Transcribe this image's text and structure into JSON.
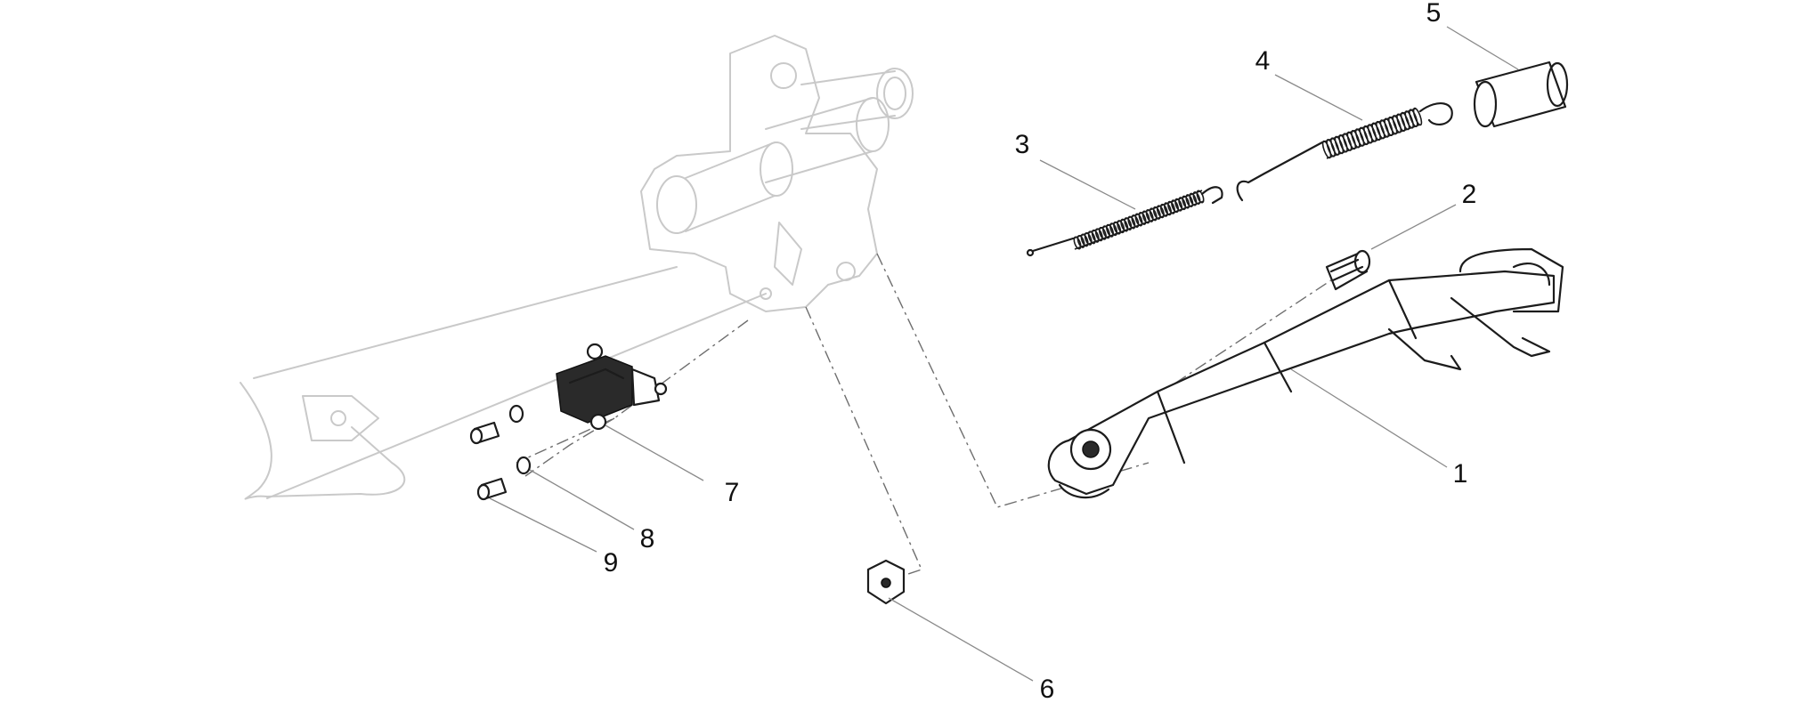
{
  "callouts": [
    {
      "id": "1",
      "label": "1"
    },
    {
      "id": "2",
      "label": "2"
    },
    {
      "id": "3",
      "label": "3"
    },
    {
      "id": "4",
      "label": "4"
    },
    {
      "id": "5",
      "label": "5"
    },
    {
      "id": "6",
      "label": "6"
    },
    {
      "id": "7",
      "label": "7"
    },
    {
      "id": "8",
      "label": "8"
    },
    {
      "id": "9",
      "label": "9"
    }
  ],
  "colors": {
    "ink": "#1c1c1c",
    "ghost": "#c9c9c9",
    "leader": "#8a8a8a",
    "background": "#ffffff"
  }
}
